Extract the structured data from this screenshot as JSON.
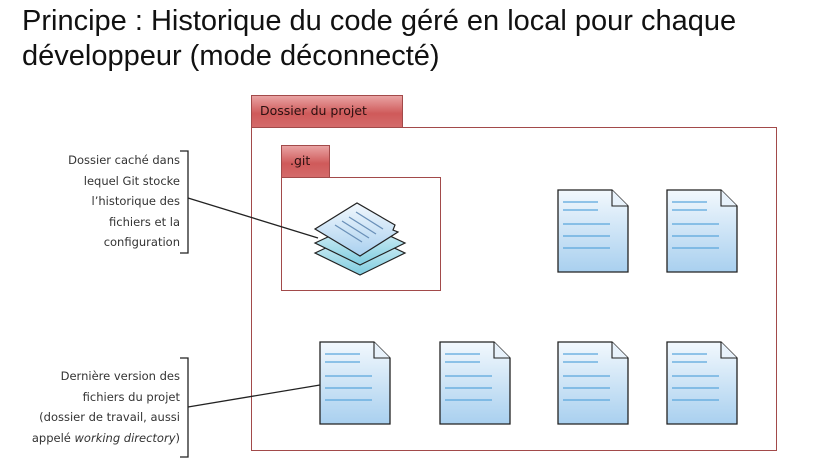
{
  "title": {
    "line1": "Principe : Historique du code géré en local pour chaque",
    "line2": "développeur (mode déconnecté)"
  },
  "project_folder": {
    "label": "Dossier du projet"
  },
  "git_folder": {
    "label": ".git"
  },
  "annotations": {
    "git": [
      "Dossier caché dans",
      "lequel Git stocke",
      "l’historique des",
      "fichiers et la",
      "configuration"
    ],
    "working": {
      "lines": [
        "Dernière version des",
        "fichiers du projet",
        "(dossier de travail, aussi"
      ],
      "last_prefix": "appelé ",
      "last_italic": "working directory",
      "last_suffix": ")"
    }
  },
  "colors": {
    "folder_border": "#a24a4a",
    "file_fill": "#bcdcf4",
    "file_line": "#5aa6dc"
  },
  "working_files_count": 6
}
